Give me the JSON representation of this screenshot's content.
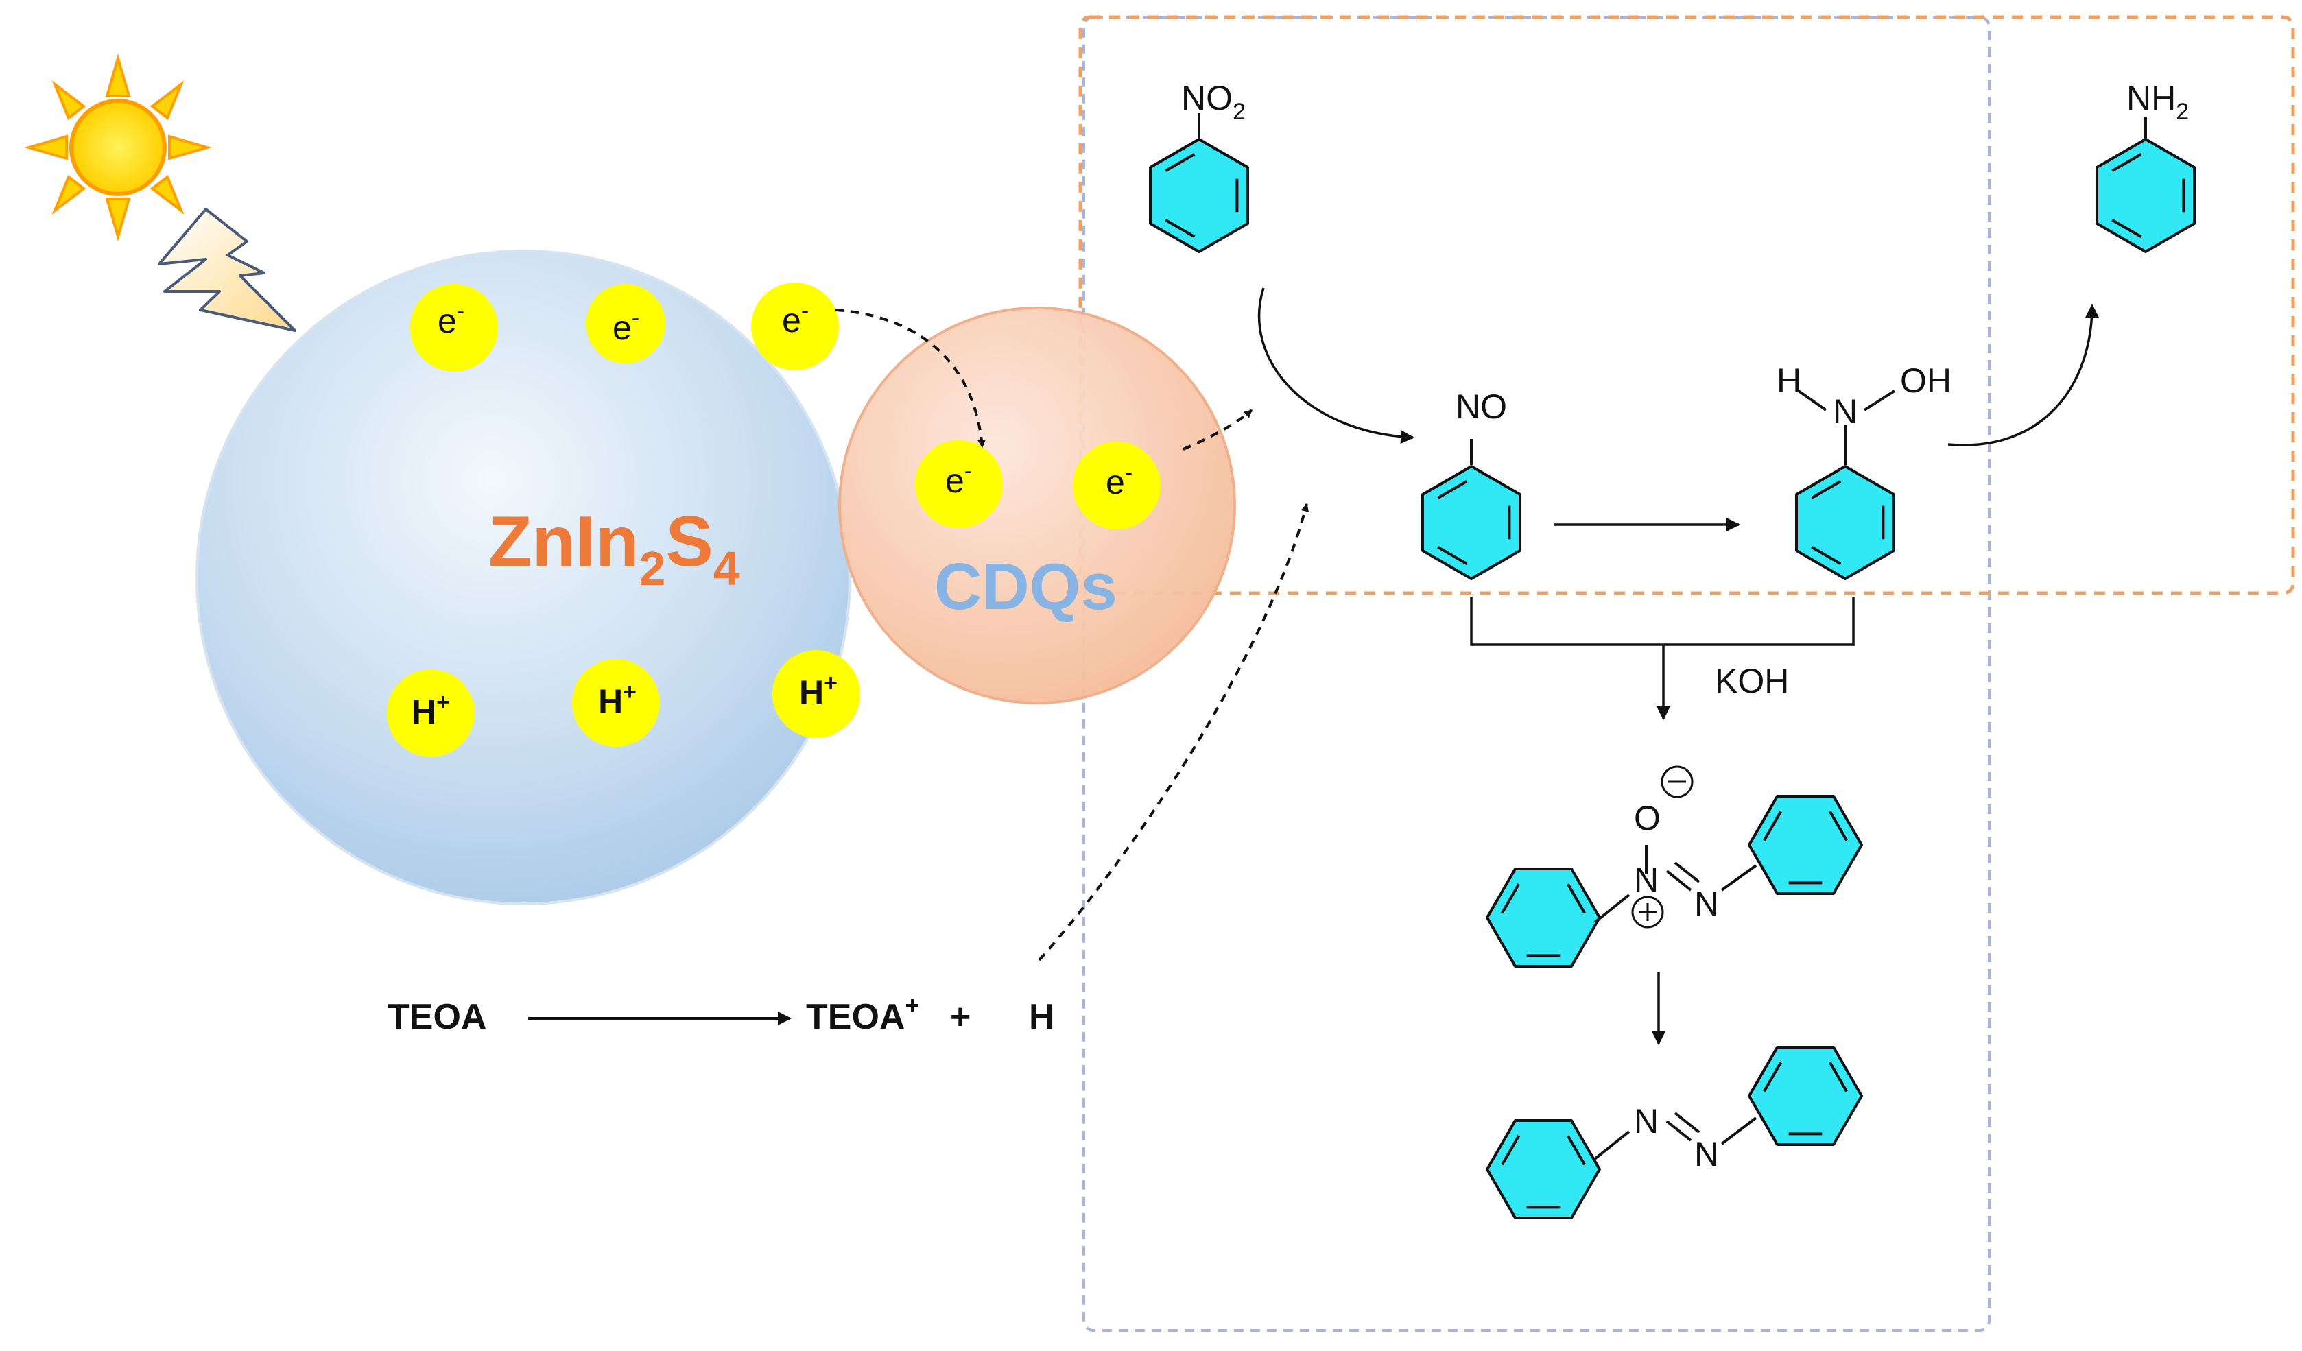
{
  "catalyst": {
    "main_label_base": "ZnIn",
    "main_label_sub1": "2",
    "main_label_mid": "S",
    "main_label_sub2": "4",
    "quantum_dot_label": "CDQs"
  },
  "carriers": {
    "electron_base": "e",
    "electron_charge": "-",
    "hole_base": "H",
    "hole_charge": "+"
  },
  "sacrificial": {
    "reactant": "TEOA",
    "product_base": "TEOA",
    "product_charge": "+",
    "plus_sign": "+",
    "proton": "H"
  },
  "molecules": {
    "nitro_base": "NO",
    "nitro_sub": "2",
    "nitroso": "NO",
    "hydroxylamine_h": "H",
    "hydroxylamine_n": "N",
    "hydroxylamine_oh": "OH",
    "amine_base": "NH",
    "amine_sub": "2",
    "base_reagent": "KOH",
    "azoxy_o": "O",
    "azoxy_n1": "N",
    "azoxy_n2": "N",
    "azo_n1": "N",
    "azo_n2": "N"
  },
  "colors": {
    "catalyst_sphere": "#bcd6ee",
    "quantum_dot": "#f6c3a8",
    "carrier": "#ffff00",
    "catalyst_label": "#ee7a3a",
    "quantum_dot_label": "#88b4e4",
    "benzene_fill": "#33e8f5",
    "orange_box": "#f0a060",
    "blue_box": "#a8b4dc"
  }
}
